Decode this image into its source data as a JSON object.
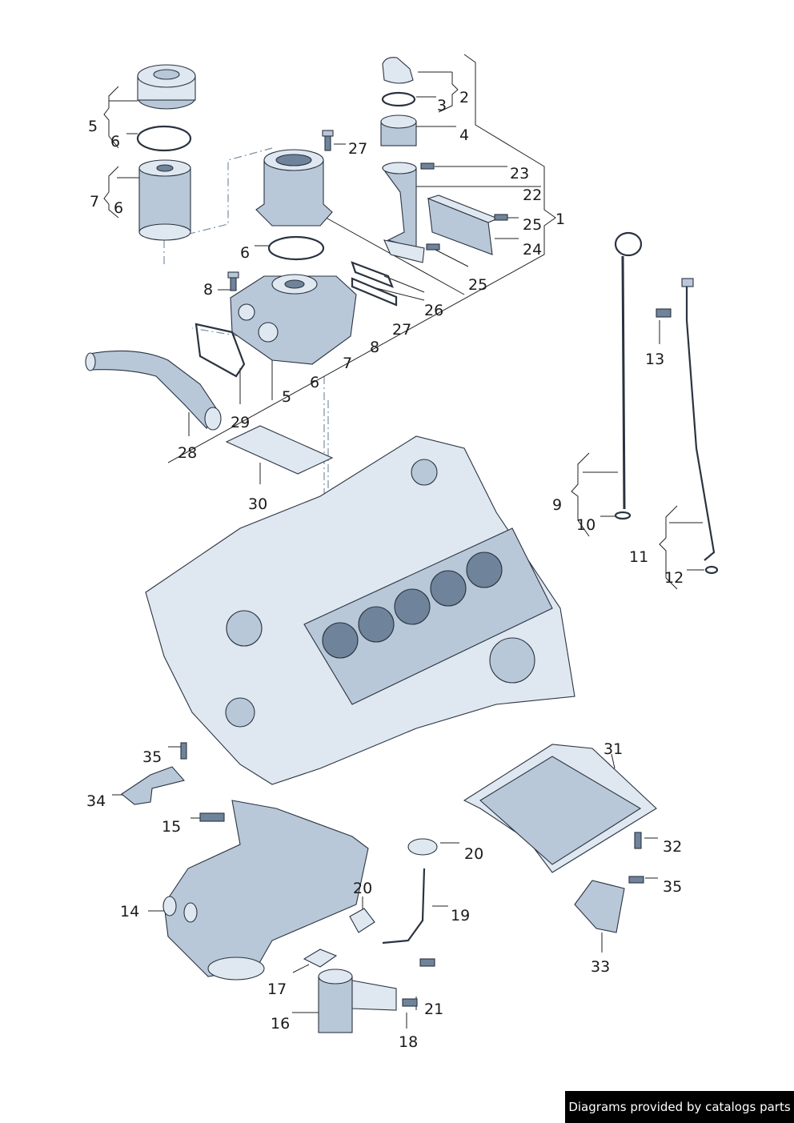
{
  "callouts": [
    {
      "id": "c1",
      "text": "1"
    },
    {
      "id": "c2",
      "text": "2"
    },
    {
      "id": "c3",
      "text": "3"
    },
    {
      "id": "c4",
      "text": "4"
    },
    {
      "id": "c5a",
      "text": "5"
    },
    {
      "id": "c6a",
      "text": "6"
    },
    {
      "id": "c7a",
      "text": "7"
    },
    {
      "id": "c6b",
      "text": "6"
    },
    {
      "id": "c27a",
      "text": "27"
    },
    {
      "id": "c23",
      "text": "23"
    },
    {
      "id": "c22",
      "text": "22"
    },
    {
      "id": "c25a",
      "text": "25"
    },
    {
      "id": "c24",
      "text": "24"
    },
    {
      "id": "c6c",
      "text": "6"
    },
    {
      "id": "c8a",
      "text": "8"
    },
    {
      "id": "c25b",
      "text": "25"
    },
    {
      "id": "c26",
      "text": "26"
    },
    {
      "id": "c27b",
      "text": "27"
    },
    {
      "id": "c8b",
      "text": "8"
    },
    {
      "id": "c7b",
      "text": "7"
    },
    {
      "id": "c6d",
      "text": "6"
    },
    {
      "id": "c5b",
      "text": "5"
    },
    {
      "id": "c29",
      "text": "29"
    },
    {
      "id": "c28",
      "text": "28"
    },
    {
      "id": "c30",
      "text": "30"
    },
    {
      "id": "c13",
      "text": "13"
    },
    {
      "id": "c9",
      "text": "9"
    },
    {
      "id": "c10",
      "text": "10"
    },
    {
      "id": "c11",
      "text": "11"
    },
    {
      "id": "c12",
      "text": "12"
    },
    {
      "id": "c35a",
      "text": "35"
    },
    {
      "id": "c34",
      "text": "34"
    },
    {
      "id": "c15",
      "text": "15"
    },
    {
      "id": "c31",
      "text": "31"
    },
    {
      "id": "c32",
      "text": "32"
    },
    {
      "id": "c20a",
      "text": "20"
    },
    {
      "id": "c35b",
      "text": "35"
    },
    {
      "id": "c20b",
      "text": "20"
    },
    {
      "id": "c14",
      "text": "14"
    },
    {
      "id": "c19",
      "text": "19"
    },
    {
      "id": "c33",
      "text": "33"
    },
    {
      "id": "c17",
      "text": "17"
    },
    {
      "id": "c21",
      "text": "21"
    },
    {
      "id": "c16",
      "text": "16"
    },
    {
      "id": "c18",
      "text": "18"
    }
  ],
  "footer": {
    "credit": "Diagrams provided by catalogs parts"
  }
}
